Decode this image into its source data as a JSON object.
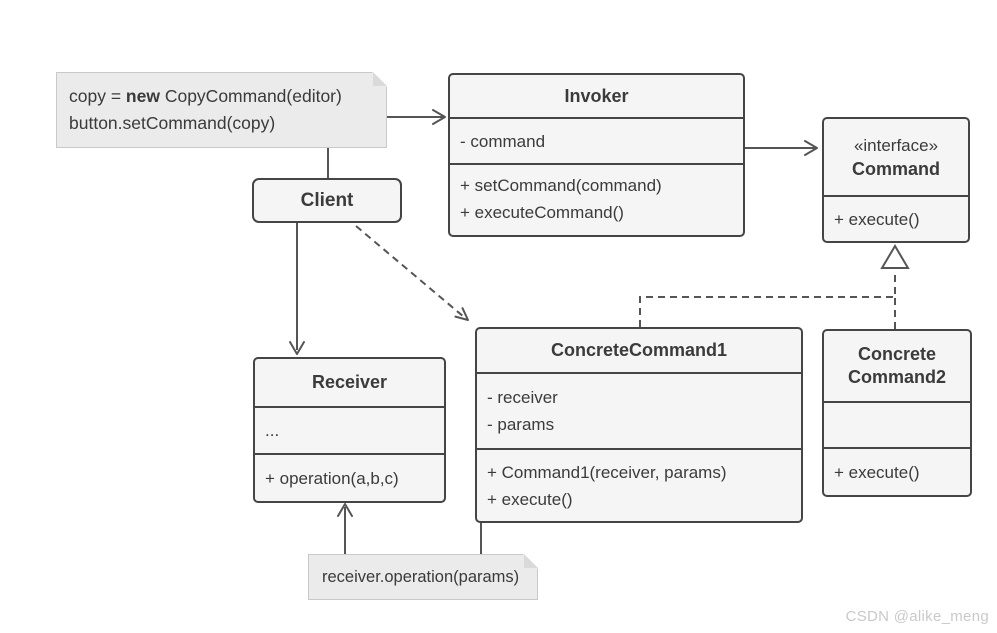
{
  "notes": {
    "setup": {
      "line1_pre": "copy = ",
      "line1_keyword": "new",
      "line1_post": " CopyCommand(editor)",
      "line2": "button.setCommand(copy)"
    },
    "execution": {
      "text": "receiver.operation(params)"
    }
  },
  "classes": {
    "invoker": {
      "name": "Invoker",
      "attributes": [
        "- command"
      ],
      "methods": [
        "+ setCommand(command)",
        "+ executeCommand()"
      ]
    },
    "command": {
      "stereotype": "«interface»",
      "name": "Command",
      "methods": [
        "+ execute()"
      ]
    },
    "client": {
      "name": "Client"
    },
    "receiver": {
      "name": "Receiver",
      "attributes": [
        "..."
      ],
      "methods": [
        "+ operation(a,b,c)"
      ]
    },
    "concrete_command1": {
      "name": "ConcreteCommand1",
      "attributes": [
        "- receiver",
        "- params"
      ],
      "methods": [
        "+ Command1(receiver, params)",
        "+ execute()"
      ]
    },
    "concrete_command2": {
      "name_line1": "Concrete",
      "name_line2": "Command2",
      "methods": [
        "+ execute()"
      ]
    }
  },
  "relationships": [
    {
      "from": "note-setup",
      "to": "invoker",
      "type": "note-arrow"
    },
    {
      "from": "note-setup",
      "to": "client",
      "type": "note-anchor"
    },
    {
      "from": "invoker",
      "to": "command",
      "type": "association-arrow"
    },
    {
      "from": "client",
      "to": "receiver",
      "type": "association-arrow"
    },
    {
      "from": "client",
      "to": "concrete_command1",
      "type": "dependency-dashed-arrow"
    },
    {
      "from": "concrete_command1",
      "to": "command",
      "type": "realization-dashed-triangle"
    },
    {
      "from": "concrete_command2",
      "to": "command",
      "type": "realization-dashed-triangle"
    },
    {
      "from": "note-execution",
      "to": "concrete_command1",
      "type": "note-anchor"
    },
    {
      "from": "note-execution",
      "to": "receiver",
      "type": "note-arrow"
    }
  ],
  "colors": {
    "box_bg": "#f5f5f5",
    "box_border": "#454545",
    "note_bg": "#ebebeb",
    "note_border": "#c9c9c9",
    "line": "#555555",
    "text": "#3b3b3b",
    "watermark": "#c9c9c9"
  },
  "watermark": "CSDN @alike_meng"
}
